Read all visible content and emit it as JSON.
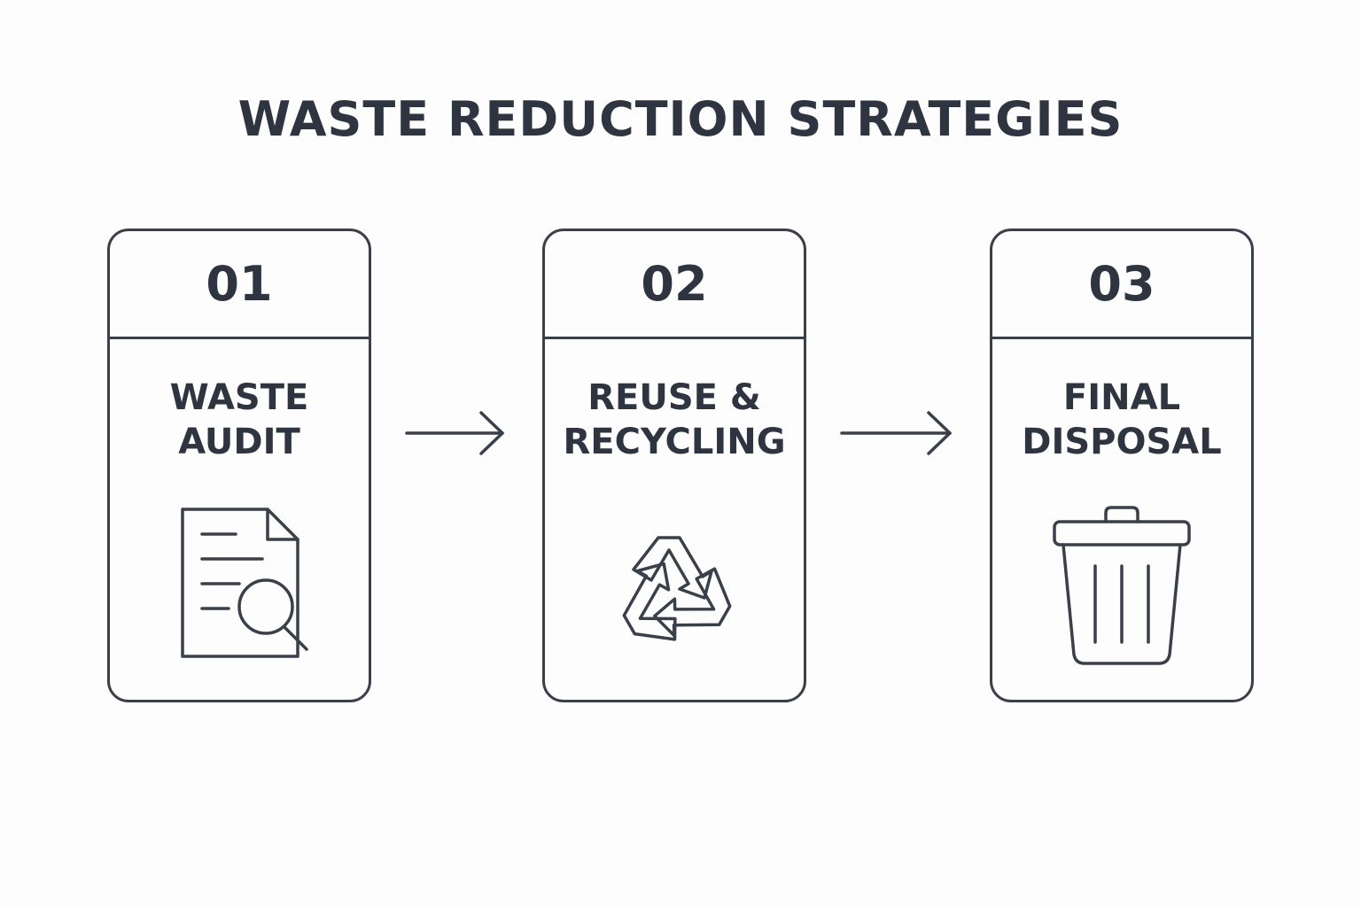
{
  "title": "WASTE REDUCTION STRATEGIES",
  "steps": [
    {
      "number": "01",
      "label_line1": "WASTE",
      "label_line2": "AUDIT",
      "icon": "document-magnifier-icon"
    },
    {
      "number": "02",
      "label_line1": "REUSE &",
      "label_line2": "RECYCLING",
      "icon": "recycle-icon"
    },
    {
      "number": "03",
      "label_line1": "FINAL",
      "label_line2": "DISPOSAL",
      "icon": "trash-can-icon"
    }
  ],
  "colors": {
    "stroke": "#3a404a",
    "text": "#2f3540",
    "background": "#fdfdfd"
  }
}
